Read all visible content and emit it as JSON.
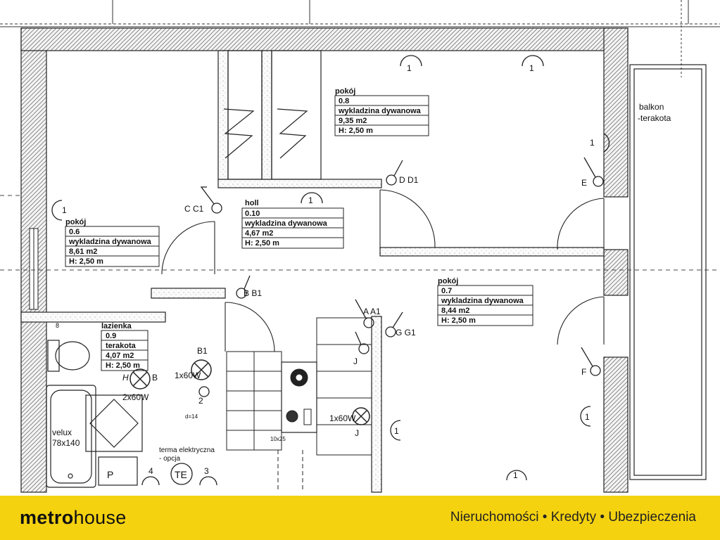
{
  "rooms": [
    {
      "id": "pokoj-06",
      "lines": [
        "pokój",
        "0.6",
        "wykladzina dywanowa",
        "8,61 m2",
        "H: 2,50 m"
      ]
    },
    {
      "id": "pokoj-08",
      "lines": [
        "pokój",
        "0.8",
        "wykladzina dywanowa",
        "9,35 m2",
        "H: 2,50 m"
      ]
    },
    {
      "id": "holl",
      "lines": [
        "holl",
        "0.10",
        "wykladzina dywanowa",
        "4,67 m2",
        "H: 2,50 m"
      ]
    },
    {
      "id": "pokoj-07",
      "lines": [
        "pokój",
        "0.7",
        "wykladzina dywanowa",
        "8,44 m2",
        "H: 2,50 m"
      ]
    },
    {
      "id": "lazienka",
      "lines": [
        "lazienka",
        "0.9",
        "terakota",
        "4,07 m2",
        "H: 2,50 m"
      ]
    }
  ],
  "balcony": [
    "balkon",
    "-terakota"
  ],
  "door_marks": [
    "C C1",
    "D D1",
    "B B1",
    "A A1",
    "G G1",
    "E",
    "F"
  ],
  "fixtures": {
    "lamp_bath": "2x60W",
    "lamp_stair": "1x60W",
    "lamp_hall": "1x60W",
    "velux": [
      "velux",
      "78x140"
    ],
    "boiler": [
      "terma elektryczna",
      "- opcja"
    ],
    "boiler_symbol": "TE",
    "panel": "P",
    "switch_h": "H",
    "switch_b": "B",
    "switch_b1": "B1",
    "switch_j": "J",
    "num_1": "1",
    "num_2": "2",
    "num_3": "3",
    "num_4": "4",
    "dim_a": "d=14",
    "dim_b": "10x25",
    "vent": "8"
  },
  "footer": {
    "brand_bold": "metro",
    "brand_light": "house",
    "tagline": "Nieruchomości • Kredyty • Ubezpieczenia",
    "background": "#f5d210"
  }
}
